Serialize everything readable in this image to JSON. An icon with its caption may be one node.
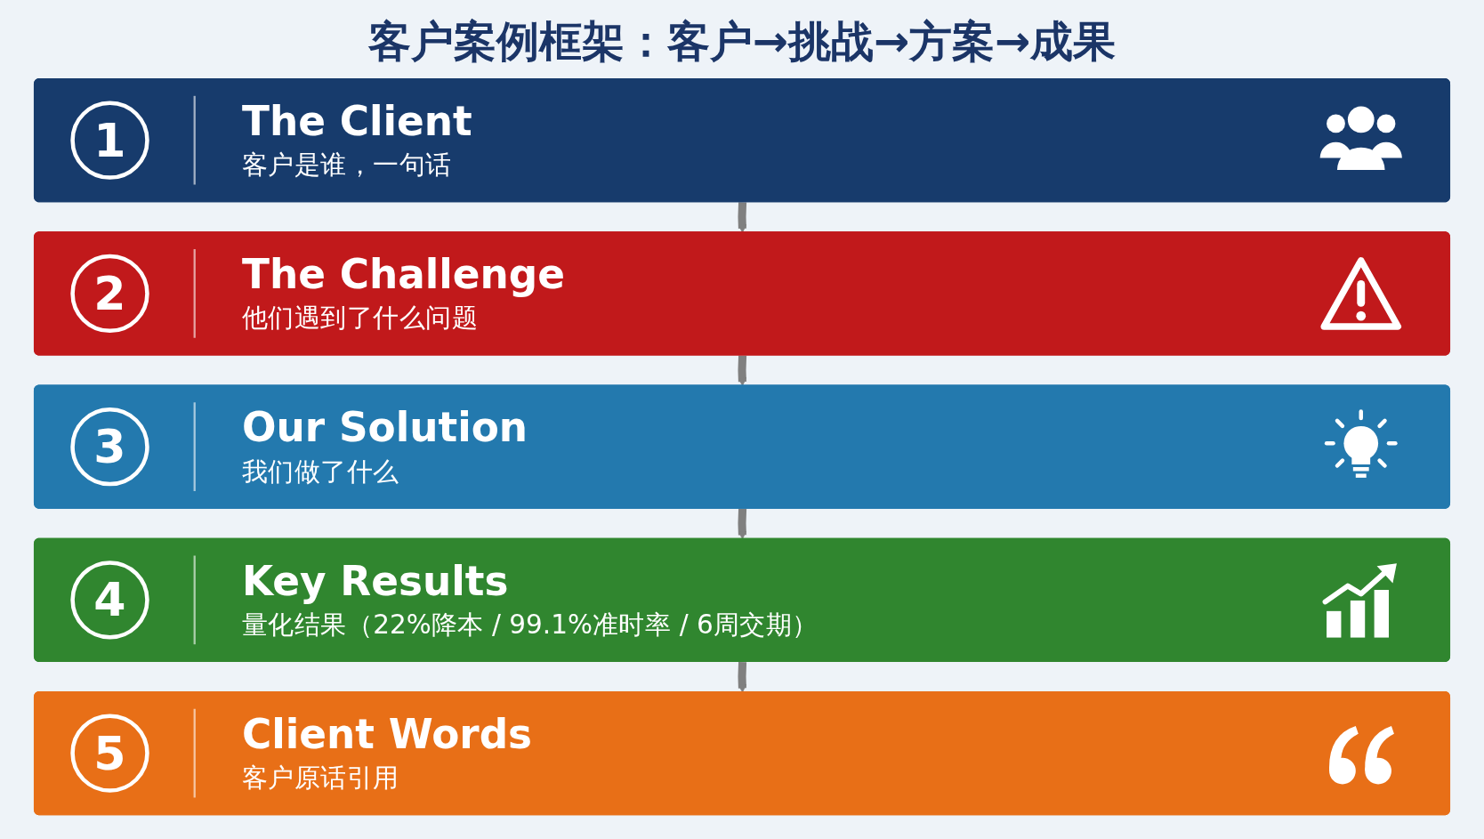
{
  "diagram": {
    "title": "客户案例框架：客户→挑战→方案→成果",
    "nodes": [
      {
        "text": [
          "1",
          "The Client",
          "客户是谁，一句话"
        ]
      },
      {
        "text": [
          "2",
          "The Challenge",
          "他们遇到了什么问题"
        ]
      },
      {
        "text": [
          "3",
          "Our Solution",
          "我们做了什么"
        ]
      },
      {
        "text": [
          "4",
          "Key Results",
          "量化结果（22%降本 / 99.1%准时率 / 6周交期）"
        ]
      },
      {
        "text": [
          "5",
          "Client Words",
          "客户原话引用"
        ]
      }
    ],
    "edges": [
      {
        "from": 0,
        "to": 1,
        "arrow": "to"
      },
      {
        "from": 1,
        "to": 2,
        "arrow": "to"
      },
      {
        "from": 2,
        "to": 3,
        "arrow": "to"
      },
      {
        "from": 3,
        "to": 4,
        "arrow": "to"
      }
    ]
  }
}
